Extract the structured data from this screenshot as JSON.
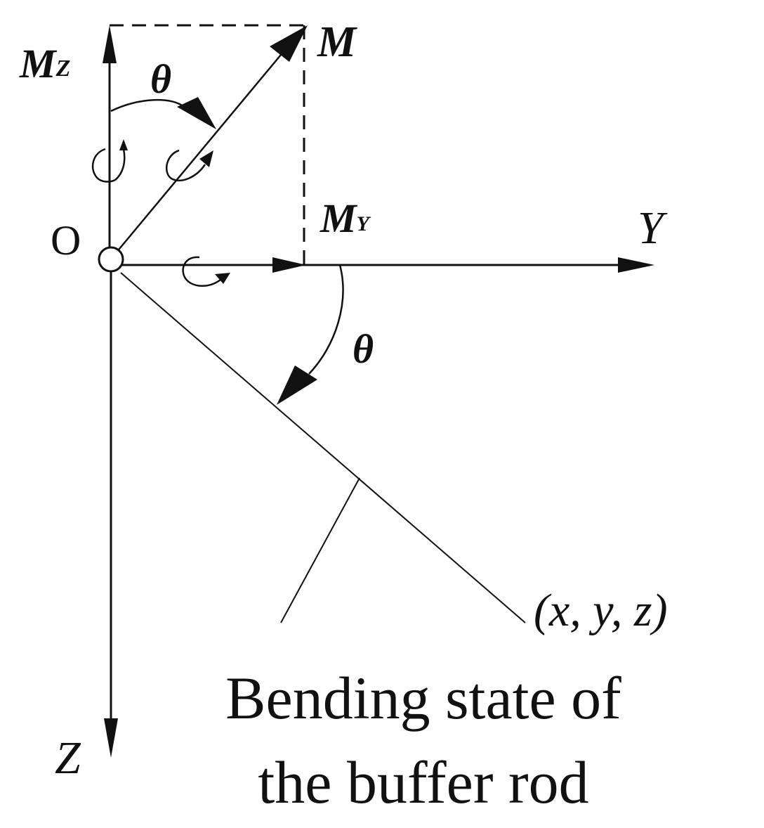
{
  "diagram": {
    "labels": {
      "mz_main": "M",
      "mz_sub": "Z",
      "m": "M",
      "theta_top": "θ",
      "my_main": "M",
      "my_sub": "Y",
      "origin": "O",
      "y_axis": "Y",
      "theta_bottom": "θ",
      "point": "(x, y, z)",
      "z_axis": "Z"
    },
    "caption": {
      "line1": "Bending state of",
      "line2": "the buffer rod"
    },
    "colors": {
      "ink": "#111111",
      "background": "#ffffff"
    }
  }
}
